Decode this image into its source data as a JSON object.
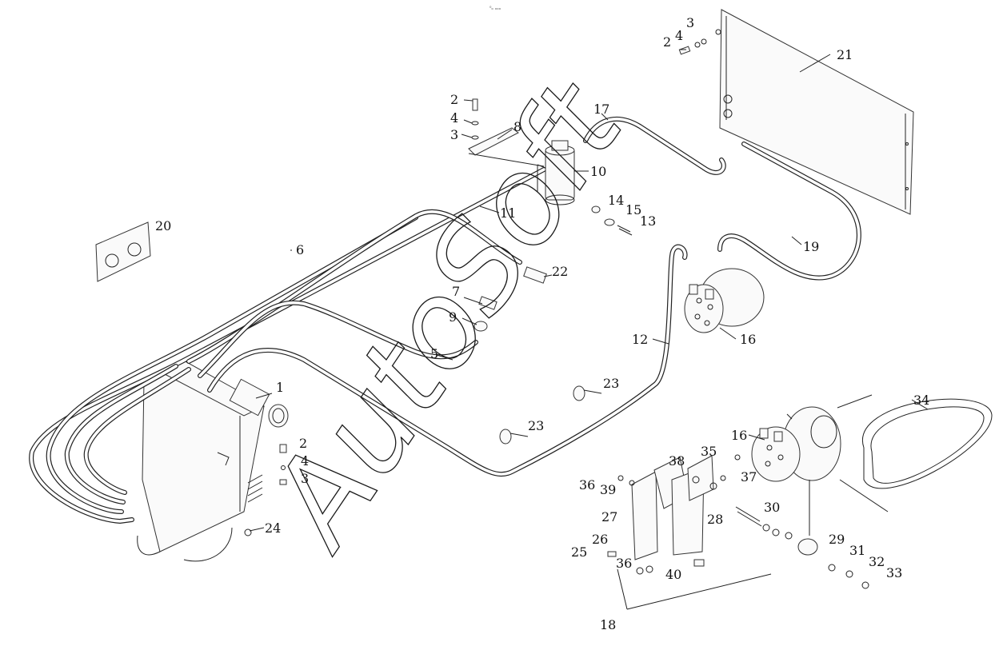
{
  "diagram": {
    "header_mark": "⁰ₒ ₒₒₒ",
    "watermark": "AutoSoft",
    "callouts": [
      {
        "id": "c1",
        "text": "1"
      },
      {
        "id": "c2a",
        "text": "2"
      },
      {
        "id": "c2b",
        "text": "2"
      },
      {
        "id": "c2c",
        "text": "2"
      },
      {
        "id": "c3a",
        "text": "3"
      },
      {
        "id": "c3b",
        "text": "3"
      },
      {
        "id": "c3c",
        "text": "3"
      },
      {
        "id": "c4a",
        "text": "4"
      },
      {
        "id": "c4b",
        "text": "4"
      },
      {
        "id": "c4c",
        "text": "4"
      },
      {
        "id": "c5",
        "text": "5"
      },
      {
        "id": "c6",
        "text": "6"
      },
      {
        "id": "c7",
        "text": "7"
      },
      {
        "id": "c8",
        "text": "8"
      },
      {
        "id": "c9",
        "text": "9"
      },
      {
        "id": "c10",
        "text": "10"
      },
      {
        "id": "c11",
        "text": "11"
      },
      {
        "id": "c12",
        "text": "12"
      },
      {
        "id": "c13",
        "text": "13"
      },
      {
        "id": "c14",
        "text": "14"
      },
      {
        "id": "c15",
        "text": "15"
      },
      {
        "id": "c16a",
        "text": "16"
      },
      {
        "id": "c16b",
        "text": "16"
      },
      {
        "id": "c17",
        "text": "17"
      },
      {
        "id": "c18",
        "text": "18"
      },
      {
        "id": "c19",
        "text": "19"
      },
      {
        "id": "c20",
        "text": "20"
      },
      {
        "id": "c21",
        "text": "21"
      },
      {
        "id": "c22",
        "text": "22"
      },
      {
        "id": "c23a",
        "text": "23"
      },
      {
        "id": "c23b",
        "text": "23"
      },
      {
        "id": "c24",
        "text": "24"
      },
      {
        "id": "c25",
        "text": "25"
      },
      {
        "id": "c26",
        "text": "26"
      },
      {
        "id": "c27",
        "text": "27"
      },
      {
        "id": "c28",
        "text": "28"
      },
      {
        "id": "c29",
        "text": "29"
      },
      {
        "id": "c30",
        "text": "30"
      },
      {
        "id": "c31",
        "text": "31"
      },
      {
        "id": "c32",
        "text": "32"
      },
      {
        "id": "c33",
        "text": "33"
      },
      {
        "id": "c34",
        "text": "34"
      },
      {
        "id": "c35",
        "text": "35"
      },
      {
        "id": "c36a",
        "text": "36"
      },
      {
        "id": "c36b",
        "text": "36"
      },
      {
        "id": "c37",
        "text": "37"
      },
      {
        "id": "c38",
        "text": "38"
      },
      {
        "id": "c39",
        "text": "39"
      },
      {
        "id": "c40",
        "text": "40"
      }
    ]
  }
}
